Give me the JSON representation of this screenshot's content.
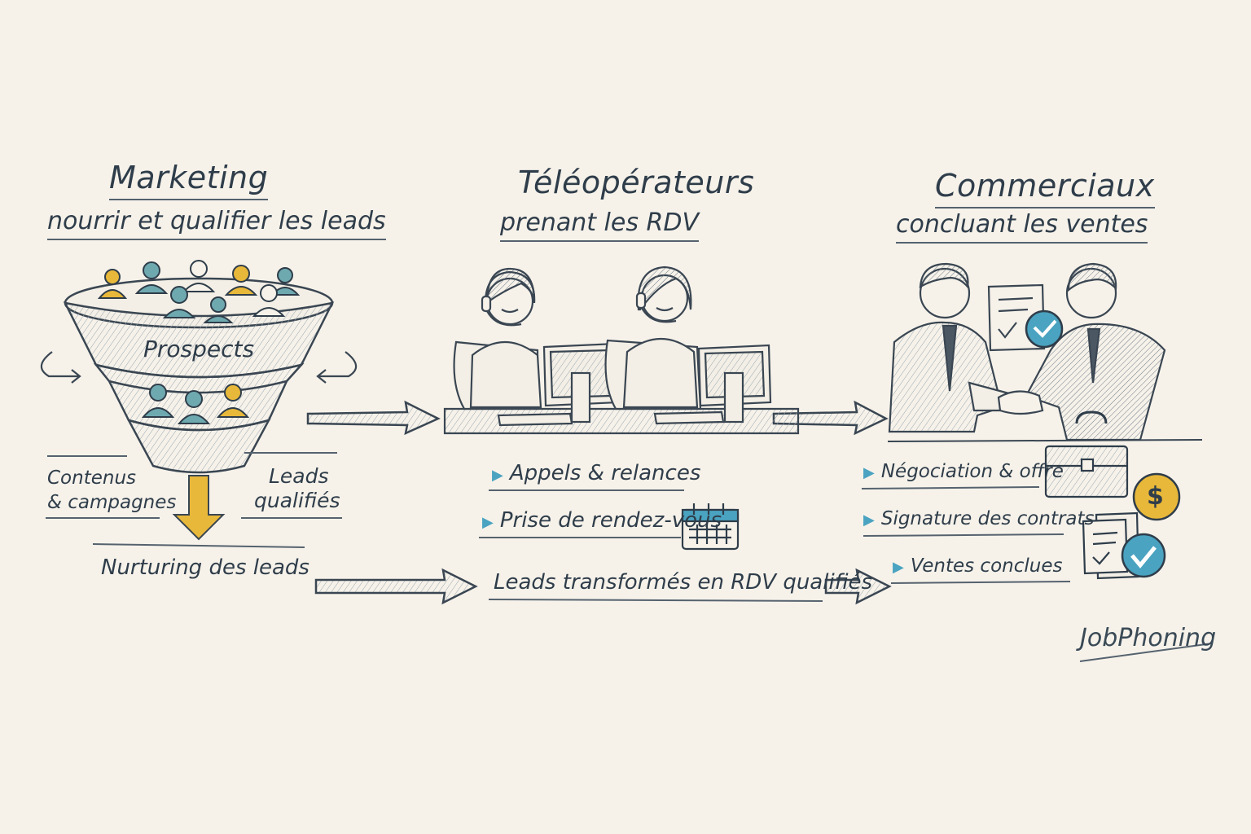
{
  "stages": [
    {
      "title": "Marketing",
      "subtitle": "nourrir et qualifier les leads"
    },
    {
      "title": "Téléopérateurs",
      "subtitle": "prenant les RDV"
    },
    {
      "title": "Commerciaux",
      "subtitle": "concluant les ventes"
    }
  ],
  "funnel": {
    "band_label": "Prospects",
    "left_label": [
      "Contenus",
      "& campagnes"
    ],
    "right_label": [
      "Leads",
      "qualifiés"
    ],
    "bottom_label": "Nurturing des leads"
  },
  "tele": {
    "items": [
      "Appels & relances",
      "Prise de rendez-vous"
    ],
    "bottom_label": "Leads transformés en RDV qualifiés"
  },
  "sales": {
    "items": [
      "Négociation & offre",
      "Signature des contrats",
      "Ventes conclues"
    ]
  },
  "brand": "JobPhoning",
  "colors": {
    "accent_blue": "#4aa3c0",
    "accent_yellow": "#e8b83a",
    "teal": "#6fa9b0",
    "ink": "#2f3d4a",
    "paper": "#f6f2ea"
  }
}
